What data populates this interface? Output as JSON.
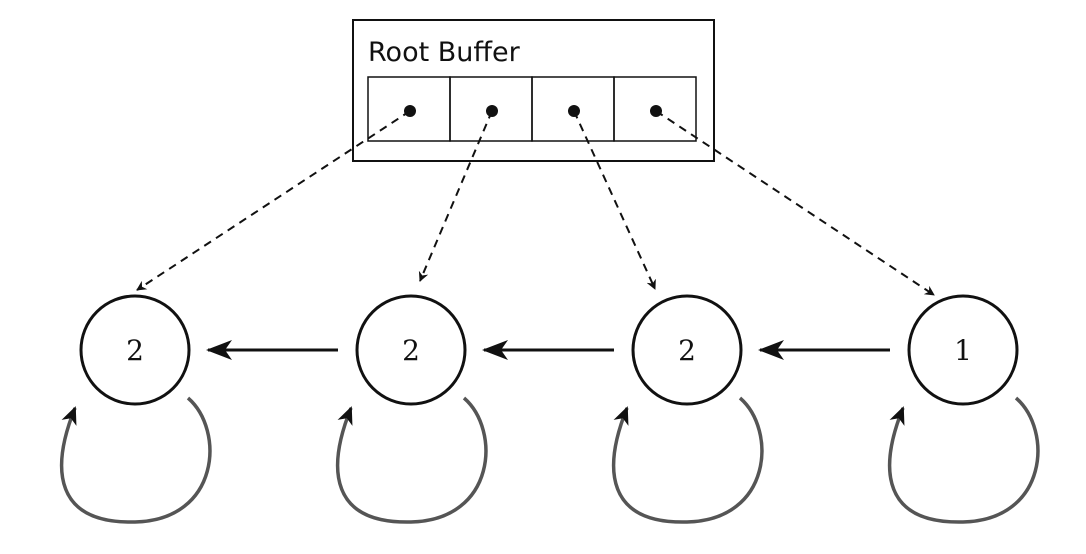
{
  "root_buffer": {
    "title": "Root Buffer",
    "slot_count": 4
  },
  "nodes": [
    {
      "id": "node-1",
      "label": "2"
    },
    {
      "id": "node-2",
      "label": "2"
    },
    {
      "id": "node-3",
      "label": "2"
    },
    {
      "id": "node-4",
      "label": "1"
    }
  ],
  "edges": {
    "pointers": [
      {
        "from_slot": 1,
        "to": "node-1",
        "style": "dashed"
      },
      {
        "from_slot": 2,
        "to": "node-2",
        "style": "dashed"
      },
      {
        "from_slot": 3,
        "to": "node-3",
        "style": "dashed"
      },
      {
        "from_slot": 4,
        "to": "node-4",
        "style": "dashed"
      }
    ],
    "references": [
      {
        "from": "node-2",
        "to": "node-1"
      },
      {
        "from": "node-3",
        "to": "node-2"
      },
      {
        "from": "node-4",
        "to": "node-3"
      }
    ],
    "self_loops": [
      "node-1",
      "node-2",
      "node-3",
      "node-4"
    ]
  },
  "colors": {
    "stroke": "#111111",
    "self_loop": "#555555",
    "background": "#ffffff"
  }
}
